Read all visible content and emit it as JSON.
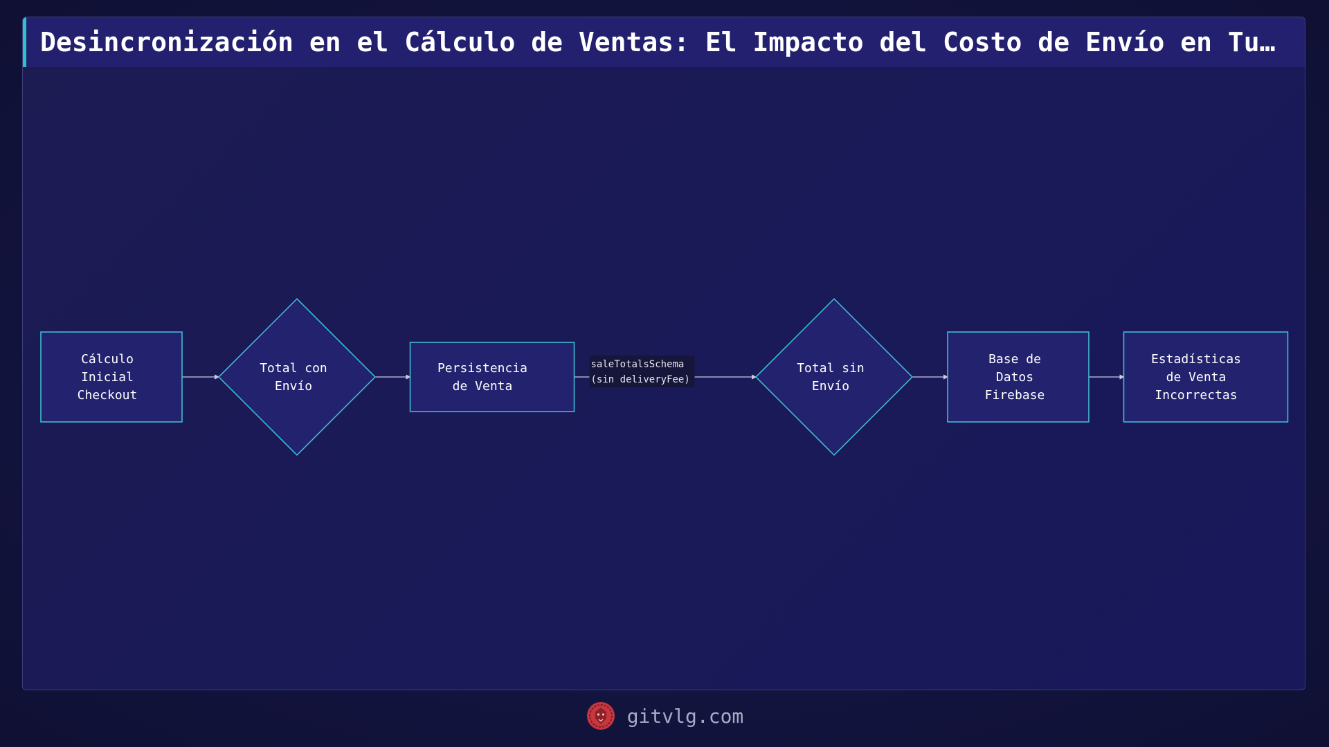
{
  "header": {
    "title": "Desincronización en el Cálculo de Ventas: El Impacto del Costo de Envío en TuTi…"
  },
  "diagram": {
    "nodes": [
      {
        "id": "calc",
        "shape": "rect",
        "lines": [
          "Cálculo",
          "Inicial",
          "Checkout"
        ]
      },
      {
        "id": "total_con",
        "shape": "diamond",
        "lines": [
          "Total con",
          "Envío"
        ]
      },
      {
        "id": "persist",
        "shape": "rect",
        "lines": [
          "Persistencia",
          "de Venta"
        ]
      },
      {
        "id": "total_sin",
        "shape": "diamond",
        "lines": [
          "Total sin",
          "Envío"
        ]
      },
      {
        "id": "firebase",
        "shape": "rect",
        "lines": [
          "Base de",
          "Datos",
          "Firebase"
        ]
      },
      {
        "id": "stats",
        "shape": "rect",
        "lines": [
          "Estadísticas",
          "de Venta",
          "Incorrectas"
        ]
      }
    ],
    "edges": [
      {
        "from": "calc",
        "to": "total_con",
        "label": []
      },
      {
        "from": "total_con",
        "to": "persist",
        "label": []
      },
      {
        "from": "persist",
        "to": "total_sin",
        "label": [
          "saleTotalsSchema",
          "(sin deliveryFee)"
        ]
      },
      {
        "from": "total_sin",
        "to": "firebase",
        "label": []
      },
      {
        "from": "firebase",
        "to": "stats",
        "label": []
      }
    ],
    "colors": {
      "node_fill": "#23226e",
      "node_stroke": "#3fc6d8",
      "edge": "#c9cbe0",
      "edge_label_bg": "#15163a"
    }
  },
  "footer": {
    "logo": "lion-head-icon",
    "text": "gitvlg.com"
  }
}
